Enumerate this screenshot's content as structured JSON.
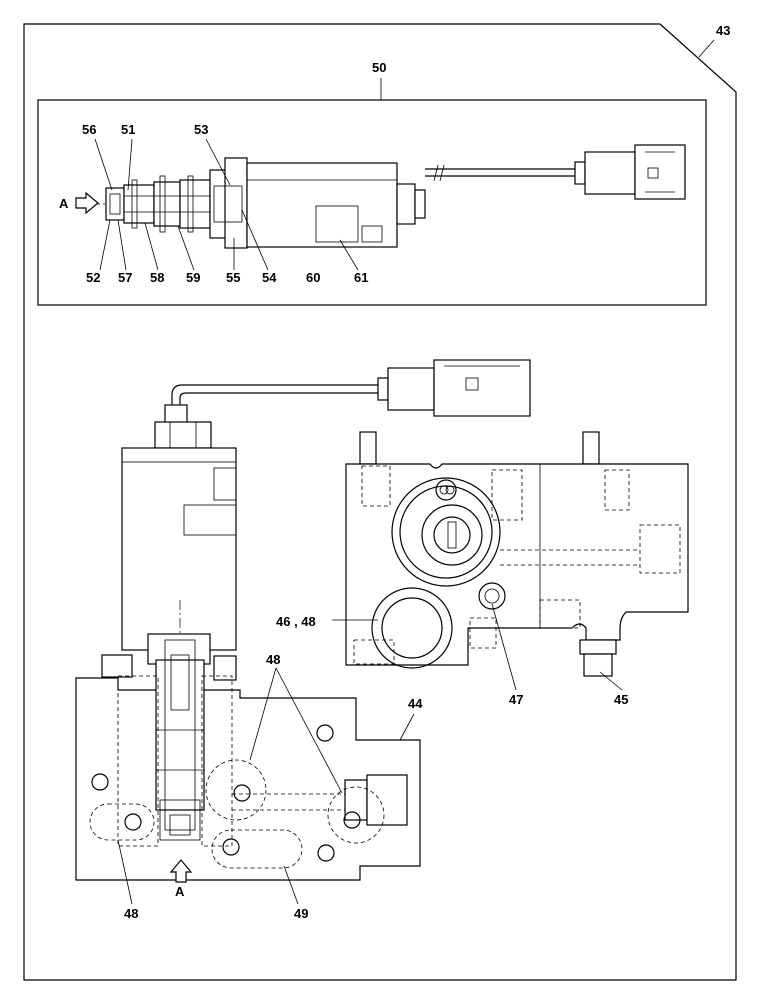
{
  "labels": {
    "l43": "43",
    "l50": "50",
    "l56": "56",
    "l51": "51",
    "l53": "53",
    "l52": "52",
    "l57": "57",
    "l58": "58",
    "l59": "59",
    "l55": "55",
    "l54": "54",
    "l60": "60",
    "l61": "61",
    "l46_48": "46 , 48",
    "l48_top": "48",
    "l44": "44",
    "l47": "47",
    "l45": "45",
    "l48_bottom": "48",
    "l49": "49",
    "view_a_inset": "A",
    "view_a_bottom": "A"
  }
}
